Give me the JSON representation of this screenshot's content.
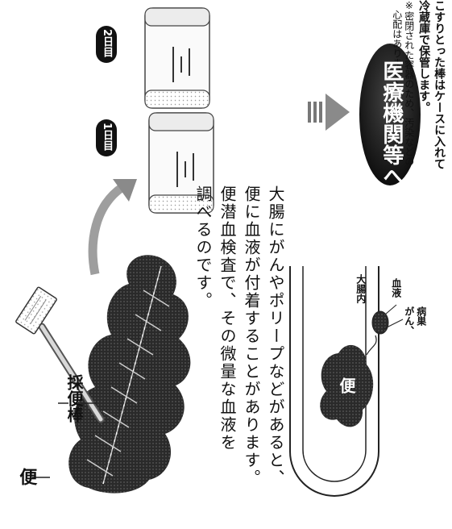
{
  "top_note": {
    "line1": "こすりとった棒はケースに入れて",
    "line2": "冷蔵庫で保管します。",
    "note1": "※密閉された容器のため、汚染などの",
    "note2": "心配はありません。"
  },
  "labels": {
    "stick": "採便棒",
    "stool": "便"
  },
  "tubes": {
    "day1": "1日目",
    "day2": "2日目"
  },
  "destination": "医療機関等へ",
  "explanation": {
    "line1": "大腸にがんやポリープなどがあると、",
    "line2": "便に血液が付着することがあります。",
    "line3": "便潜血検査で、その微量な血液を",
    "line4": "調べるのです。"
  },
  "colon_diagram": {
    "colon_label": "大腸内",
    "blood_label": "血液",
    "lesion_label_1": "がん、",
    "lesion_label_2": "病巣",
    "stool_label": "便"
  }
}
